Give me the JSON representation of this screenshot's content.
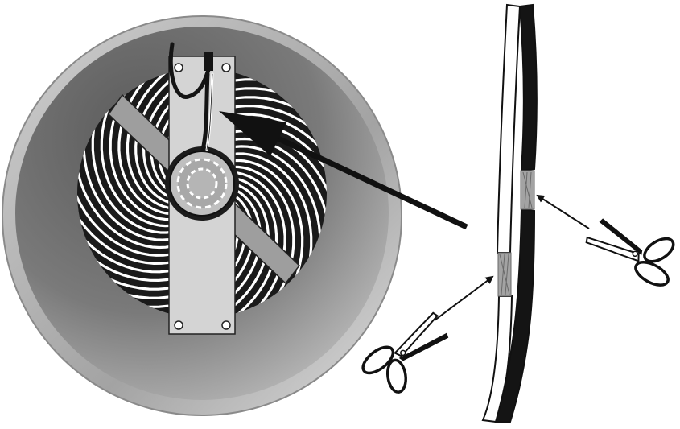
{
  "colors": {
    "background": "#ffffff",
    "outline": "#111111",
    "bowl_light": "#d8d8d8",
    "bowl_mid": "#a9a9a9",
    "bowl_dark": "#5a5a5a",
    "coil_base": "#1a1a1a",
    "coil_stripe": "#ffffff",
    "bracket": "#d4d4d4",
    "bar": "#9e9e9e",
    "wire_white": "#ffffff",
    "wire_black": "#141414",
    "exposed_strands": "#9a9a9a"
  },
  "figure": {
    "components": [
      {
        "name": "heating-element-bowl",
        "icon": "induction-coil-icon"
      },
      {
        "name": "sensor-wire-pair",
        "icon": "cable-icon"
      },
      {
        "name": "scissors-lower-left",
        "icon": "scissors-icon"
      },
      {
        "name": "scissors-right",
        "icon": "scissors-icon"
      }
    ],
    "arrows": 3
  }
}
